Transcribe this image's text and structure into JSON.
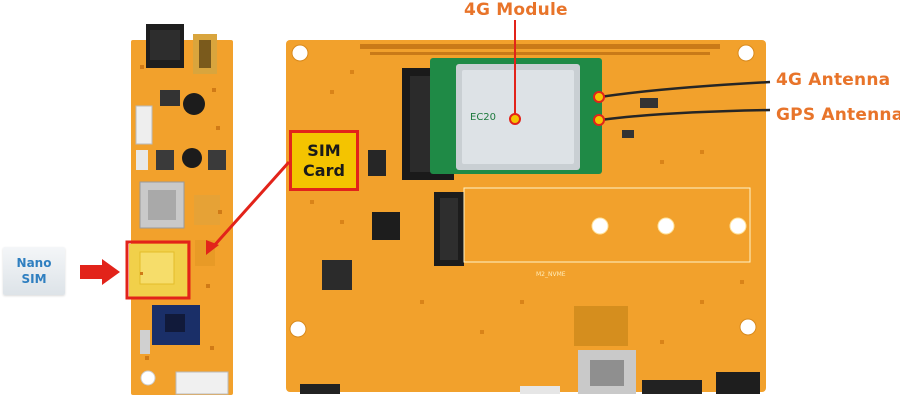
{
  "labels": {
    "module": "4G Module",
    "antenna_4g": "4G Antenna",
    "antenna_gps": "GPS Antenna",
    "sim_line1": "SIM",
    "sim_line2": "Card",
    "nano_line1": "Nano",
    "nano_line2": "SIM"
  },
  "board_silkscreen": {
    "module_text": "EC20",
    "slot_text": "M2_NVME"
  },
  "colors": {
    "board": "#f2a12c",
    "callout_text": "#e8742a",
    "highlight_box": "#e2231a",
    "arrow": "#e2231a",
    "module_pcb": "#1f8a46",
    "nano_text": "#2f7fc0"
  }
}
